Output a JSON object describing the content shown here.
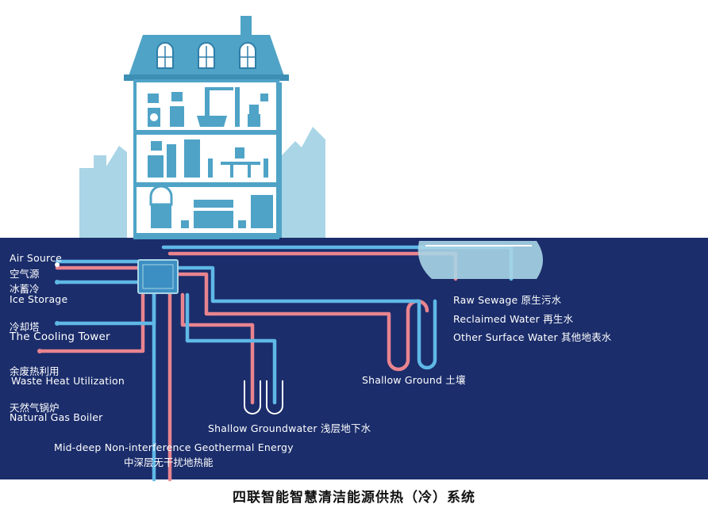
{
  "caption": "四联智能智慧清洁能源供热（冷）系统",
  "sources": {
    "air_source_en": "Air Source",
    "air_source_cn": "空气源",
    "ice_storage_cn": "冰蓄冷",
    "ice_storage_en": "Ice Storage",
    "cooling_tower_cn": "冷却塔",
    "cooling_tower_en": "The Cooling Tower",
    "waste_heat_cn": "余废热利用",
    "waste_heat_en": "Waste Heat Utilization",
    "gas_boiler_cn": "天然气锅炉",
    "gas_boiler_en": "Natural Gas Boiler",
    "geothermal_en": "Mid-deep Non-interference Geothermal Energy",
    "geothermal_cn": "中深层无干扰地热能",
    "raw_sewage": "Raw Sewage  原生污水",
    "reclaimed_water": "Reclaimed Water  再生水",
    "surface_water": "Other Surface Water  其他地表水",
    "shallow_ground": "Shallow Ground  土壤",
    "shallow_groundwater": "Shallow Groundwater 浅层地下水"
  },
  "colors": {
    "ground": "#1b2d6b",
    "building": "#4fa3c6",
    "building_light": "#a9d5e6",
    "hot_pipe": "#e9848f",
    "cold_pipe": "#5fb8e6",
    "unit": "#3c8fc2"
  }
}
